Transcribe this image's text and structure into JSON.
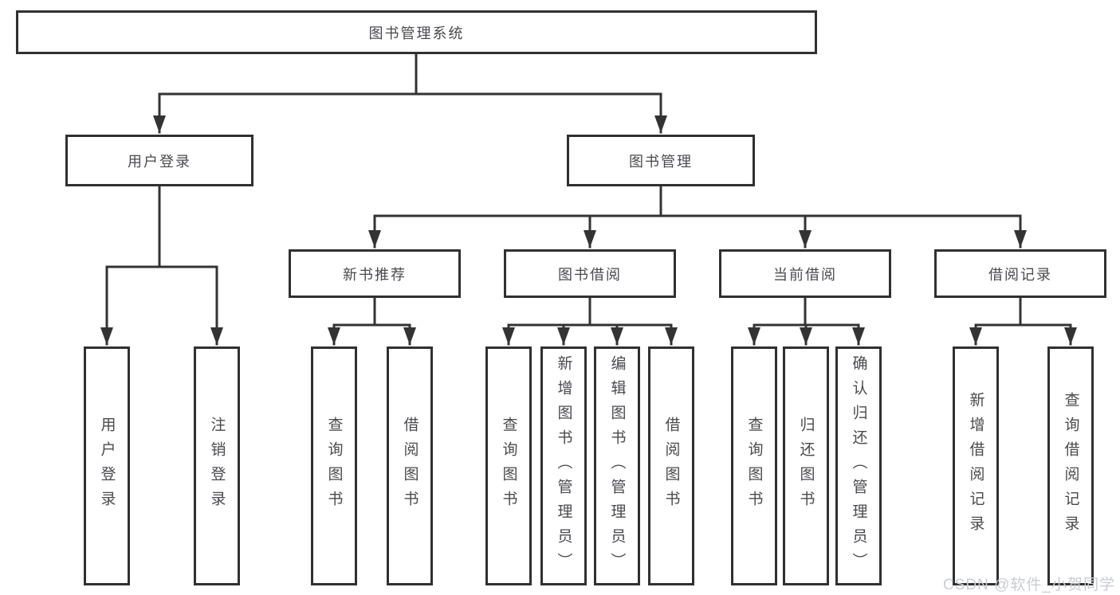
{
  "diagram_title": "图书管理系统",
  "tree": {
    "root": {
      "label": "图书管理系统"
    },
    "children": [
      {
        "label": "用户登录",
        "children": [
          {
            "label": "用户登录"
          },
          {
            "label": "注销登录"
          }
        ]
      },
      {
        "label": "图书管理",
        "children": [
          {
            "label": "新书推荐",
            "children": [
              {
                "label": "查询图书"
              },
              {
                "label": "借阅图书"
              }
            ]
          },
          {
            "label": "图书借阅",
            "children": [
              {
                "label": "查询图书"
              },
              {
                "label": "新增图书（管理员）"
              },
              {
                "label": "编辑图书（管理员）"
              },
              {
                "label": "借阅图书"
              }
            ]
          },
          {
            "label": "当前借阅",
            "children": [
              {
                "label": "查询图书"
              },
              {
                "label": "归还图书"
              },
              {
                "label": "确认归还（管理员）"
              }
            ]
          },
          {
            "label": "借阅记录",
            "children": [
              {
                "label": "新增借阅记录"
              },
              {
                "label": "查询借阅记录"
              }
            ]
          }
        ]
      }
    ]
  },
  "watermark": {
    "text": "CSDN @软件_小贺同学"
  },
  "colors": {
    "line": "#333333",
    "box_border": "#303030",
    "text": "#4a4a4e",
    "watermark": "#c9ccd1",
    "background": "#ffffff"
  }
}
